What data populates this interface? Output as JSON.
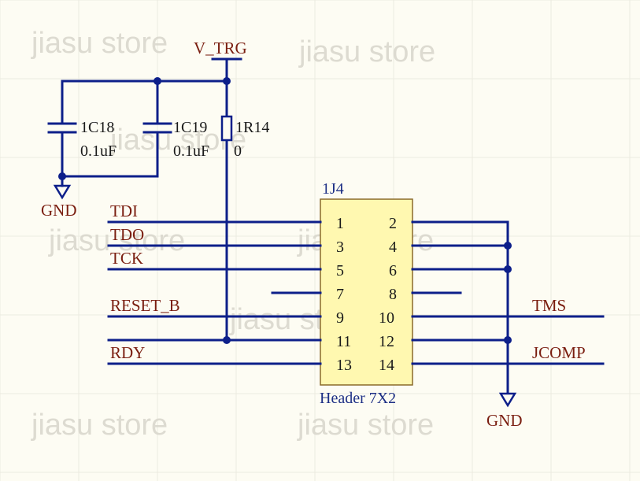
{
  "power_net": {
    "name": "V_TRG"
  },
  "ground": {
    "label": "GND"
  },
  "capacitors": [
    {
      "designator": "1C18",
      "value": "0.1uF"
    },
    {
      "designator": "1C19",
      "value": "0.1uF"
    }
  ],
  "resistor": {
    "designator": "1R14",
    "value": "0"
  },
  "header": {
    "designator": "1J4",
    "comment": "Header 7X2",
    "pins": [
      "1",
      "2",
      "3",
      "4",
      "5",
      "6",
      "7",
      "8",
      "9",
      "10",
      "11",
      "12",
      "13",
      "14"
    ]
  },
  "left_nets": [
    "TDI",
    "TDO",
    "TCK",
    "RESET_B",
    "RDY"
  ],
  "right_nets": [
    "TMS",
    "JCOMP"
  ],
  "watermark": "jiasu  store",
  "colors": {
    "background": "#fdfcf3",
    "wire": "#0d1f8a",
    "net_label": "#7a1e10",
    "component_fill": "#fff8b0",
    "component_border": "#8a6a2a"
  }
}
